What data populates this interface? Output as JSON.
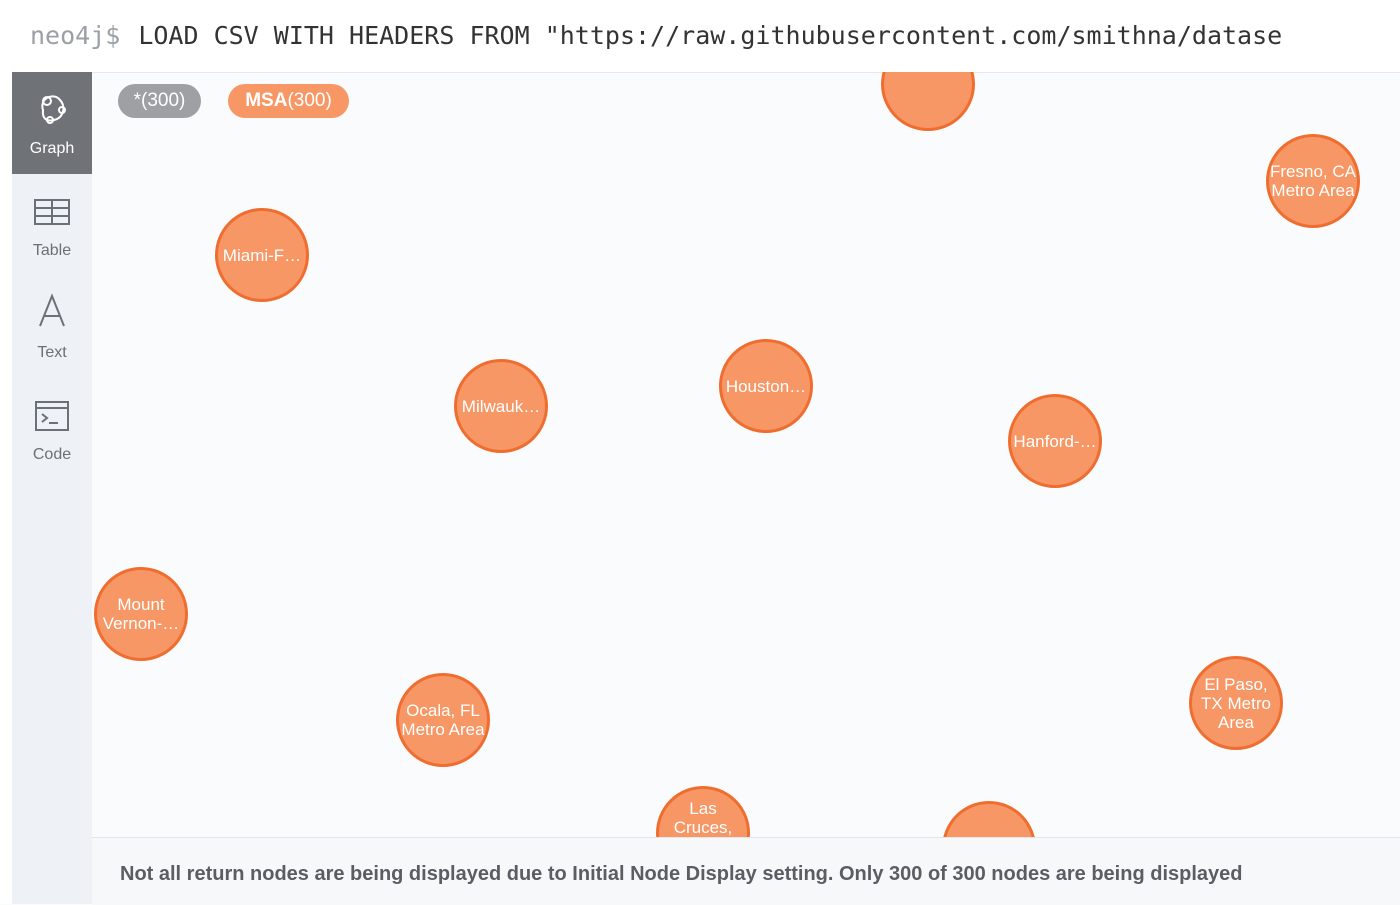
{
  "editor": {
    "prompt": "neo4j$",
    "query": "LOAD CSV WITH HEADERS FROM \"https://raw.githubusercontent.com/smithna/datase"
  },
  "sidebar": {
    "items": [
      {
        "label": "Graph",
        "icon": "graph-icon"
      },
      {
        "label": "Table",
        "icon": "table-icon"
      },
      {
        "label": "Text",
        "icon": "text-icon"
      },
      {
        "label": "Code",
        "icon": "code-icon"
      }
    ]
  },
  "legend": {
    "all": {
      "label": "*",
      "count": "(300)"
    },
    "msa": {
      "label": "MSA",
      "count": "(300)"
    }
  },
  "nodes": [
    {
      "label": ""
    },
    {
      "label": "Fresno, CA Metro Area"
    },
    {
      "label": "Miami-F…"
    },
    {
      "label": "Milwauk…"
    },
    {
      "label": "Houston…"
    },
    {
      "label": "Hanford-…"
    },
    {
      "label": "Mount Vernon-…"
    },
    {
      "label": "Ocala, FL Metro Area"
    },
    {
      "label": "El Paso, TX Metro Area"
    },
    {
      "label": "Las Cruces,"
    },
    {
      "label": ""
    }
  ],
  "status": {
    "message": "Not all return nodes are being displayed due to Initial Node Display setting. Only 300 of 300 nodes are being displayed"
  },
  "colors": {
    "node_fill": "#f79766",
    "node_border": "#f06d30",
    "chip_gray": "#9ea0a3",
    "sidebar_active": "#6f7377"
  }
}
